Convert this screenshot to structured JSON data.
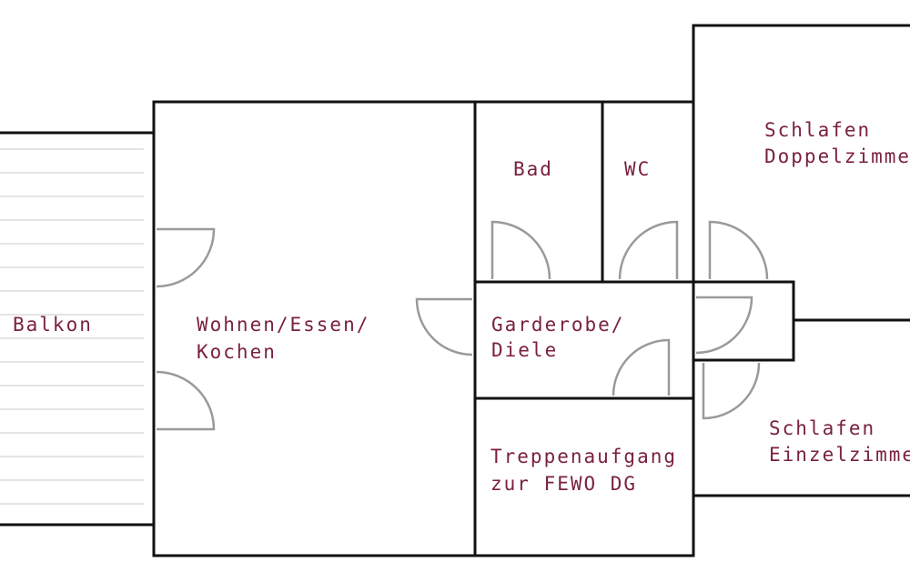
{
  "floorplan": {
    "colors": {
      "walls": "#111111",
      "doors": "#9a9a9a",
      "labels": "#7a2140",
      "balcony_stripes": "#c8c8c8"
    },
    "rooms": {
      "balkon": {
        "line1": "Balkon"
      },
      "wohnen": {
        "line1": "Wohnen/Essen/",
        "line2": "Kochen"
      },
      "bad": {
        "line1": "Bad"
      },
      "wc": {
        "line1": "WC"
      },
      "doppelzimmer": {
        "line1": "Schlafen",
        "line2": "Doppelzimmer"
      },
      "garderobe": {
        "line1": "Garderobe/",
        "line2": "Diele"
      },
      "treppe": {
        "line1": "Treppenaufgang",
        "line2": "zur FEWO DG"
      },
      "einzelzimmer": {
        "line1": "Schlafen",
        "line2": "Einzelzimmer"
      }
    }
  }
}
